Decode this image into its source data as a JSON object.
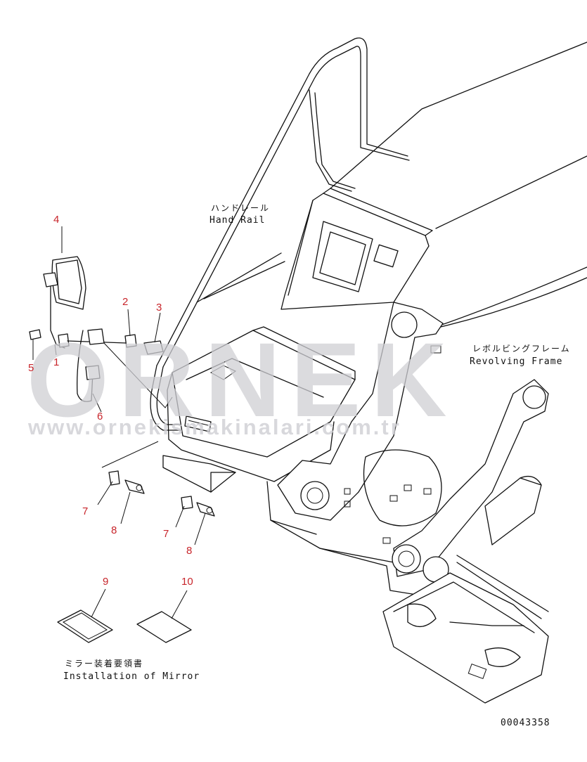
{
  "watermark": {
    "brand": "ORNEK",
    "url": "www.ornekismakinalari.com.tr",
    "color": "#cfcfd4"
  },
  "labels": {
    "hand_rail_jp": "ハンドレール",
    "hand_rail_en": "Hand Rail",
    "revolving_frame_jp": "レボルビングフレーム",
    "revolving_frame_en": "Revolving Frame",
    "mirror_doc_jp": "ミラー装着要領書",
    "mirror_doc_en": "Installation of Mirror",
    "drawing_number": "00043358"
  },
  "part_numbers": {
    "p1": "1",
    "p2": "2",
    "p3": "3",
    "p4": "4",
    "p5": "5",
    "p6": "6",
    "p7a": "7",
    "p8a": "8",
    "p7b": "7",
    "p8b": "8",
    "p9": "9",
    "p10": "10"
  },
  "colors": {
    "callout": "#c8252b",
    "line": "#111111",
    "background": "#ffffff"
  }
}
